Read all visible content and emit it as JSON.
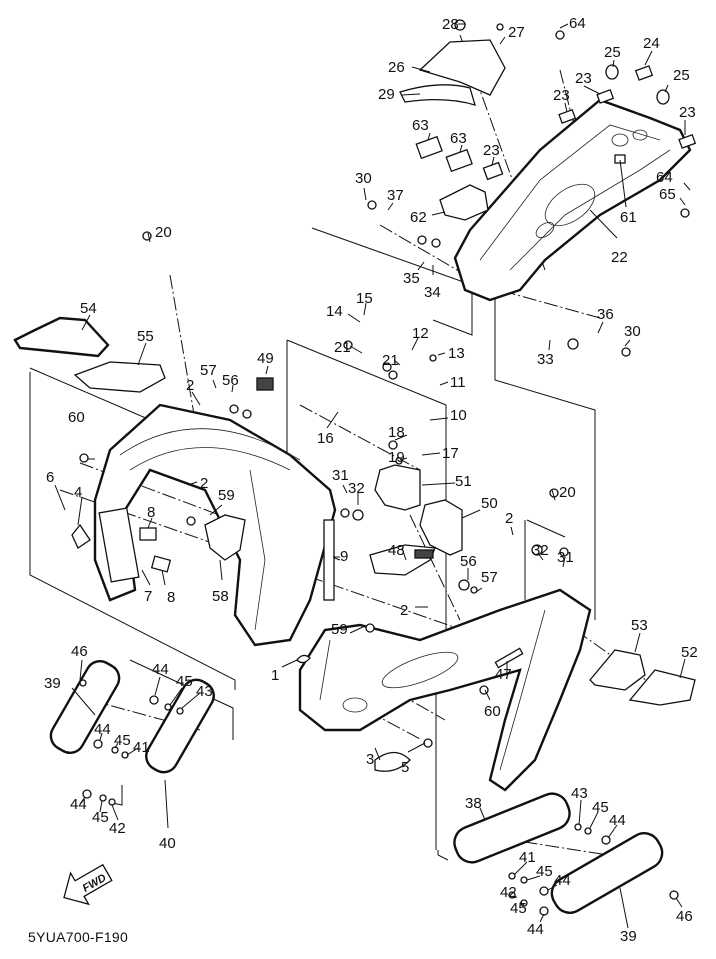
{
  "diagram": {
    "title": "Frame exploded parts diagram",
    "diagram_code": "5YUA700-F190",
    "direction_indicator": "FWD",
    "callouts": [
      {
        "id": "c28",
        "label": "28"
      },
      {
        "id": "c27",
        "label": "27"
      },
      {
        "id": "c64a",
        "label": "64"
      },
      {
        "id": "c26",
        "label": "26"
      },
      {
        "id": "c29",
        "label": "29"
      },
      {
        "id": "c25a",
        "label": "25"
      },
      {
        "id": "c24",
        "label": "24"
      },
      {
        "id": "c23a",
        "label": "23"
      },
      {
        "id": "c25b",
        "label": "25"
      },
      {
        "id": "c23b",
        "label": "23"
      },
      {
        "id": "c23c",
        "label": "23"
      },
      {
        "id": "c63a",
        "label": "63"
      },
      {
        "id": "c63b",
        "label": "63"
      },
      {
        "id": "c23d",
        "label": "23"
      },
      {
        "id": "c30a",
        "label": "30"
      },
      {
        "id": "c37",
        "label": "37"
      },
      {
        "id": "c62",
        "label": "62"
      },
      {
        "id": "c64b",
        "label": "64"
      },
      {
        "id": "c65",
        "label": "65"
      },
      {
        "id": "c61",
        "label": "61"
      },
      {
        "id": "c22",
        "label": "22"
      },
      {
        "id": "c20a",
        "label": "20"
      },
      {
        "id": "c35",
        "label": "35"
      },
      {
        "id": "c34",
        "label": "34"
      },
      {
        "id": "c54",
        "label": "54"
      },
      {
        "id": "c55",
        "label": "55"
      },
      {
        "id": "c15",
        "label": "15"
      },
      {
        "id": "c14",
        "label": "14"
      },
      {
        "id": "c36",
        "label": "36"
      },
      {
        "id": "c30b",
        "label": "30"
      },
      {
        "id": "c33",
        "label": "33"
      },
      {
        "id": "c12",
        "label": "12"
      },
      {
        "id": "c13",
        "label": "13"
      },
      {
        "id": "c21a",
        "label": "21"
      },
      {
        "id": "c21b",
        "label": "21"
      },
      {
        "id": "c11",
        "label": "11"
      },
      {
        "id": "c57a",
        "label": "57"
      },
      {
        "id": "c56a",
        "label": "56"
      },
      {
        "id": "c49",
        "label": "49"
      },
      {
        "id": "c2a",
        "label": "2"
      },
      {
        "id": "c10",
        "label": "10"
      },
      {
        "id": "c16",
        "label": "16"
      },
      {
        "id": "c18",
        "label": "18"
      },
      {
        "id": "c17",
        "label": "17"
      },
      {
        "id": "c19",
        "label": "19"
      },
      {
        "id": "c60a",
        "label": "60"
      },
      {
        "id": "c2b",
        "label": "2"
      },
      {
        "id": "c31a",
        "label": "31"
      },
      {
        "id": "c32a",
        "label": "32"
      },
      {
        "id": "c51",
        "label": "51"
      },
      {
        "id": "c20b",
        "label": "20"
      },
      {
        "id": "c6",
        "label": "6"
      },
      {
        "id": "c4",
        "label": "4"
      },
      {
        "id": "c59a",
        "label": "59"
      },
      {
        "id": "c8a",
        "label": "8"
      },
      {
        "id": "c50",
        "label": "50"
      },
      {
        "id": "c2c",
        "label": "2"
      },
      {
        "id": "c9",
        "label": "9"
      },
      {
        "id": "c48",
        "label": "48"
      },
      {
        "id": "c32b",
        "label": "32"
      },
      {
        "id": "c31b",
        "label": "31"
      },
      {
        "id": "c56b",
        "label": "56"
      },
      {
        "id": "c57b",
        "label": "57"
      },
      {
        "id": "c7",
        "label": "7"
      },
      {
        "id": "c8b",
        "label": "8"
      },
      {
        "id": "c58",
        "label": "58"
      },
      {
        "id": "c2d",
        "label": "2"
      },
      {
        "id": "c59b",
        "label": "59"
      },
      {
        "id": "c53",
        "label": "53"
      },
      {
        "id": "c52",
        "label": "52"
      },
      {
        "id": "c1",
        "label": "1"
      },
      {
        "id": "c47",
        "label": "47"
      },
      {
        "id": "c46a",
        "label": "46"
      },
      {
        "id": "c44a",
        "label": "44"
      },
      {
        "id": "c45a",
        "label": "45"
      },
      {
        "id": "c43a",
        "label": "43"
      },
      {
        "id": "c39a",
        "label": "39"
      },
      {
        "id": "c60b",
        "label": "60"
      },
      {
        "id": "c44b",
        "label": "44"
      },
      {
        "id": "c45b",
        "label": "45"
      },
      {
        "id": "c41a",
        "label": "41"
      },
      {
        "id": "c3",
        "label": "3"
      },
      {
        "id": "c5",
        "label": "5"
      },
      {
        "id": "c44c",
        "label": "44"
      },
      {
        "id": "c45c",
        "label": "45"
      },
      {
        "id": "c42a",
        "label": "42"
      },
      {
        "id": "c40",
        "label": "40"
      },
      {
        "id": "c38",
        "label": "38"
      },
      {
        "id": "c43b",
        "label": "43"
      },
      {
        "id": "c45d",
        "label": "45"
      },
      {
        "id": "c44d",
        "label": "44"
      },
      {
        "id": "c41b",
        "label": "41"
      },
      {
        "id": "c45e",
        "label": "45"
      },
      {
        "id": "c44e",
        "label": "44"
      },
      {
        "id": "c42b",
        "label": "42"
      },
      {
        "id": "c45f",
        "label": "45"
      },
      {
        "id": "c44f",
        "label": "44"
      },
      {
        "id": "c39b",
        "label": "39"
      },
      {
        "id": "c46b",
        "label": "46"
      }
    ]
  }
}
